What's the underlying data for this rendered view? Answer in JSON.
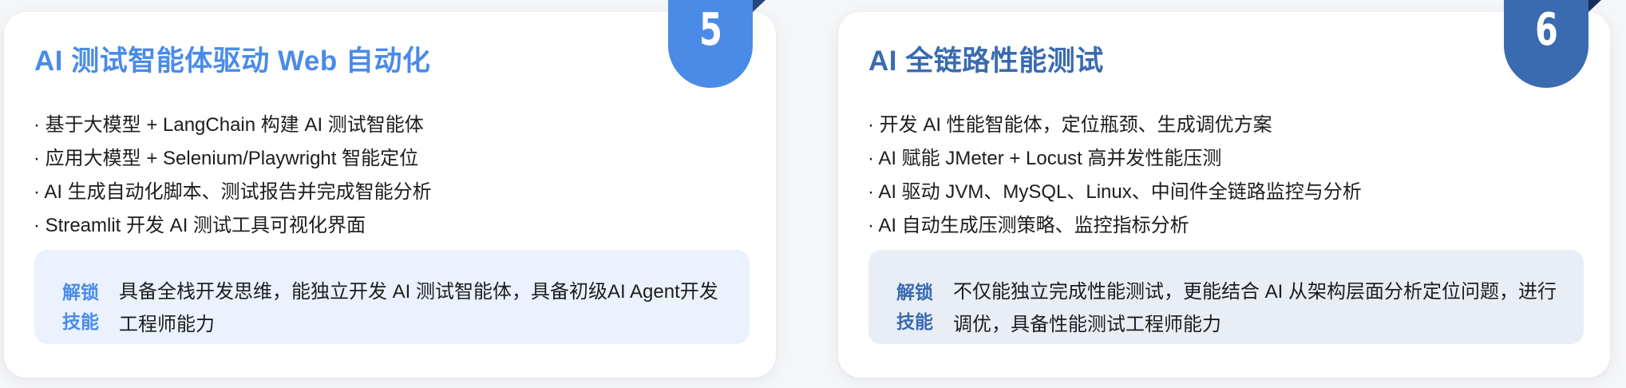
{
  "cards": [
    {
      "number": "5",
      "accent_color": "#4a8be8",
      "title": "AI 测试智能体驱动 Web 自动化",
      "bullets": [
        "· 基于大模型 + LangChain 构建 AI 测试智能体",
        "· 应用大模型 + Selenium/Playwright 智能定位",
        "· AI 生成自动化脚本、测试报告并完成智能分析",
        "· Streamlit 开发 AI 测试工具可视化界面"
      ],
      "skill": {
        "label_line1": "解锁",
        "label_line2": "技能",
        "text": "具备全栈开发思维，能独立开发 AI 测试智能体，具备初级AI Agent开发工程师能力",
        "background": "#ebf2fd"
      }
    },
    {
      "number": "6",
      "accent_color": "#3a6bb0",
      "title": "AI 全链路性能测试",
      "bullets": [
        "· 开发 AI 性能智能体，定位瓶颈、生成调优方案",
        "· AI 赋能 JMeter + Locust 高并发性能压测",
        "· AI 驱动 JVM、MySQL、Linux、中间件全链路监控与分析",
        "· AI 自动生成压测策略、监控指标分析"
      ],
      "skill": {
        "label_line1": "解锁",
        "label_line2": "技能",
        "text": "不仅能独立完成性能测试，更能结合 AI 从架构层面分析定位问题，进行调优，具备性能测试工程师能力",
        "background": "#e9eef6"
      }
    }
  ]
}
